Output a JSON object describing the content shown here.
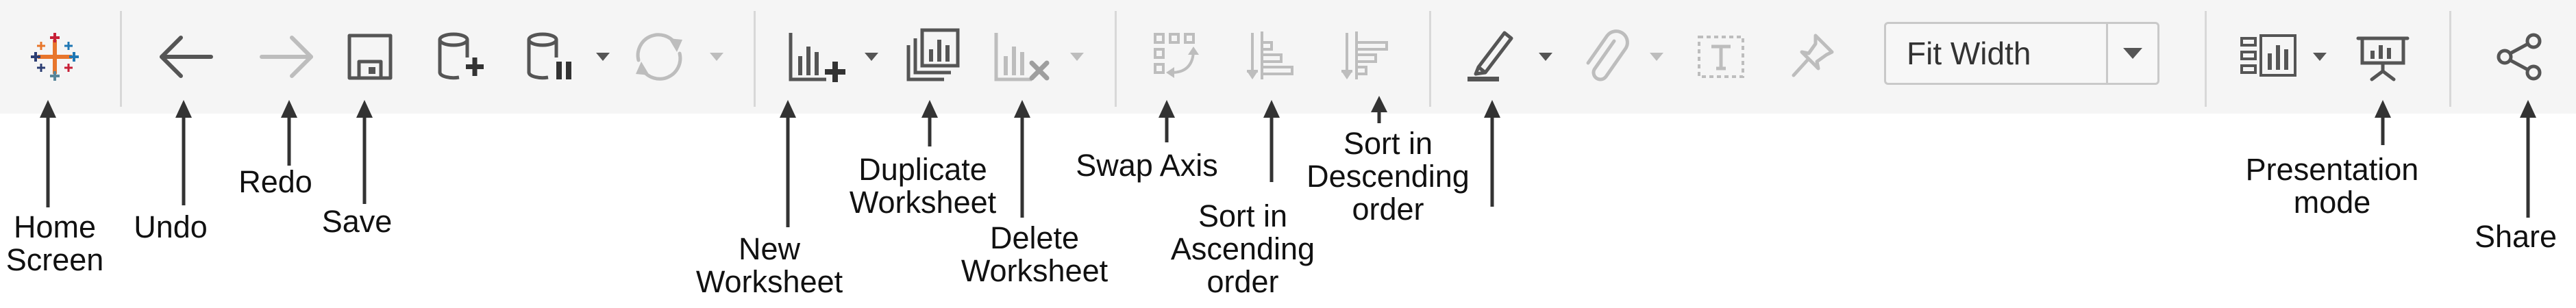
{
  "toolbar": {
    "fit_select": {
      "selected": "Fit Width"
    },
    "icons": [
      {
        "key": "home",
        "icon": "tableau-logo-icon"
      },
      {
        "key": "undo",
        "icon": "arrow-left-icon"
      },
      {
        "key": "redo",
        "icon": "arrow-right-icon"
      },
      {
        "key": "save",
        "icon": "save-icon"
      },
      {
        "key": "new-data-source",
        "icon": "database-add-icon"
      },
      {
        "key": "pause-updates",
        "icon": "database-pause-icon"
      },
      {
        "key": "refresh",
        "icon": "refresh-icon"
      },
      {
        "key": "new-worksheet",
        "icon": "chart-add-icon"
      },
      {
        "key": "duplicate-worksheet",
        "icon": "chart-duplicate-icon"
      },
      {
        "key": "delete-worksheet",
        "icon": "chart-delete-icon"
      },
      {
        "key": "swap-axis",
        "icon": "swap-axis-icon"
      },
      {
        "key": "sort-ascending",
        "icon": "sort-ascending-icon"
      },
      {
        "key": "sort-descending",
        "icon": "sort-descending-icon"
      },
      {
        "key": "highlight",
        "icon": "highlighter-icon"
      },
      {
        "key": "group",
        "icon": "paperclip-icon"
      },
      {
        "key": "labels",
        "icon": "text-box-icon"
      },
      {
        "key": "fix-axes",
        "icon": "pin-icon"
      },
      {
        "key": "show-me",
        "icon": "show-me-icon"
      },
      {
        "key": "presentation",
        "icon": "presentation-icon"
      },
      {
        "key": "share",
        "icon": "share-icon"
      }
    ]
  },
  "labels": {
    "home": [
      "Home",
      "Screen"
    ],
    "undo": [
      "Undo"
    ],
    "redo": [
      "Redo"
    ],
    "save": [
      "Save"
    ],
    "new_worksheet": [
      "New",
      "Worksheet"
    ],
    "duplicate_worksheet": [
      "Duplicate",
      "Worksheet"
    ],
    "delete_worksheet": [
      "Delete",
      "Worksheet"
    ],
    "swap_axis": [
      "Swap Axis"
    ],
    "sort_ascending": [
      "Sort in",
      "Ascending",
      "order"
    ],
    "sort_descending": [
      "Sort in",
      "Descending",
      "order"
    ],
    "presentation": [
      "Presentation",
      "mode"
    ],
    "share": [
      "Share"
    ]
  },
  "colors": {
    "toolbar_bg": "#f5f5f5",
    "icon_active": "#555555",
    "icon_disabled": "#bdbdbd",
    "annotation": "#333333",
    "logo_blue": "#1f77b4",
    "logo_orange": "#e8762c",
    "logo_red": "#c72037",
    "logo_navy": "#2c3e73",
    "logo_teal": "#59879b"
  }
}
